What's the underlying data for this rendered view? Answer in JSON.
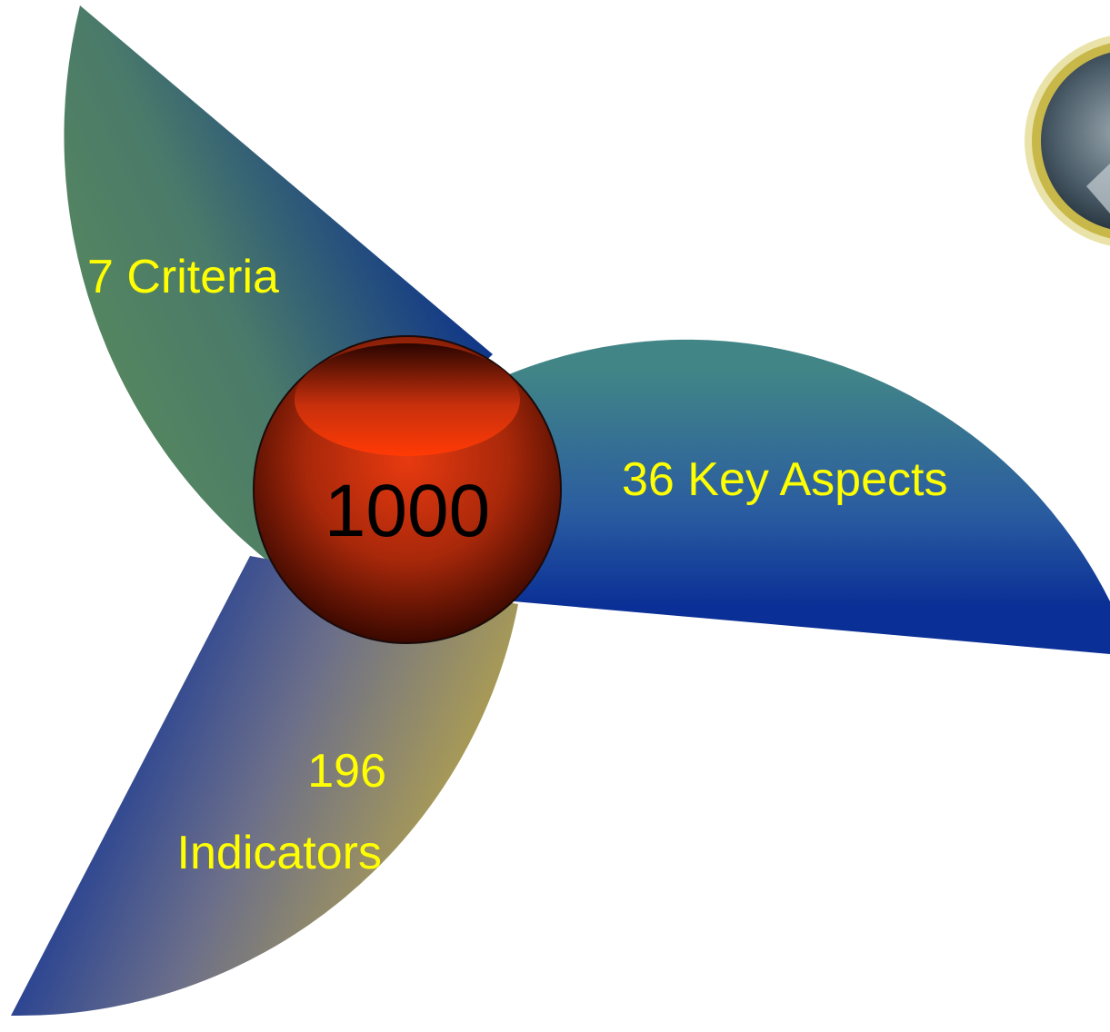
{
  "diagram": {
    "center": {
      "value": "1000"
    },
    "blades": [
      {
        "label": "7 Criteria"
      },
      {
        "label": "36 Key Aspects"
      },
      {
        "label_line1": "196",
        "label_line2": "Indicators"
      }
    ],
    "colors": {
      "blade_dark": "#0a2f8c",
      "blade_criteria_light": "#5a8c5a",
      "blade_aspects_light": "#418587",
      "blade_indicators_light": "#ad9e52",
      "label_text": "#ffff00",
      "center_red": "#e83a10",
      "center_dark": "#3a0800"
    }
  }
}
